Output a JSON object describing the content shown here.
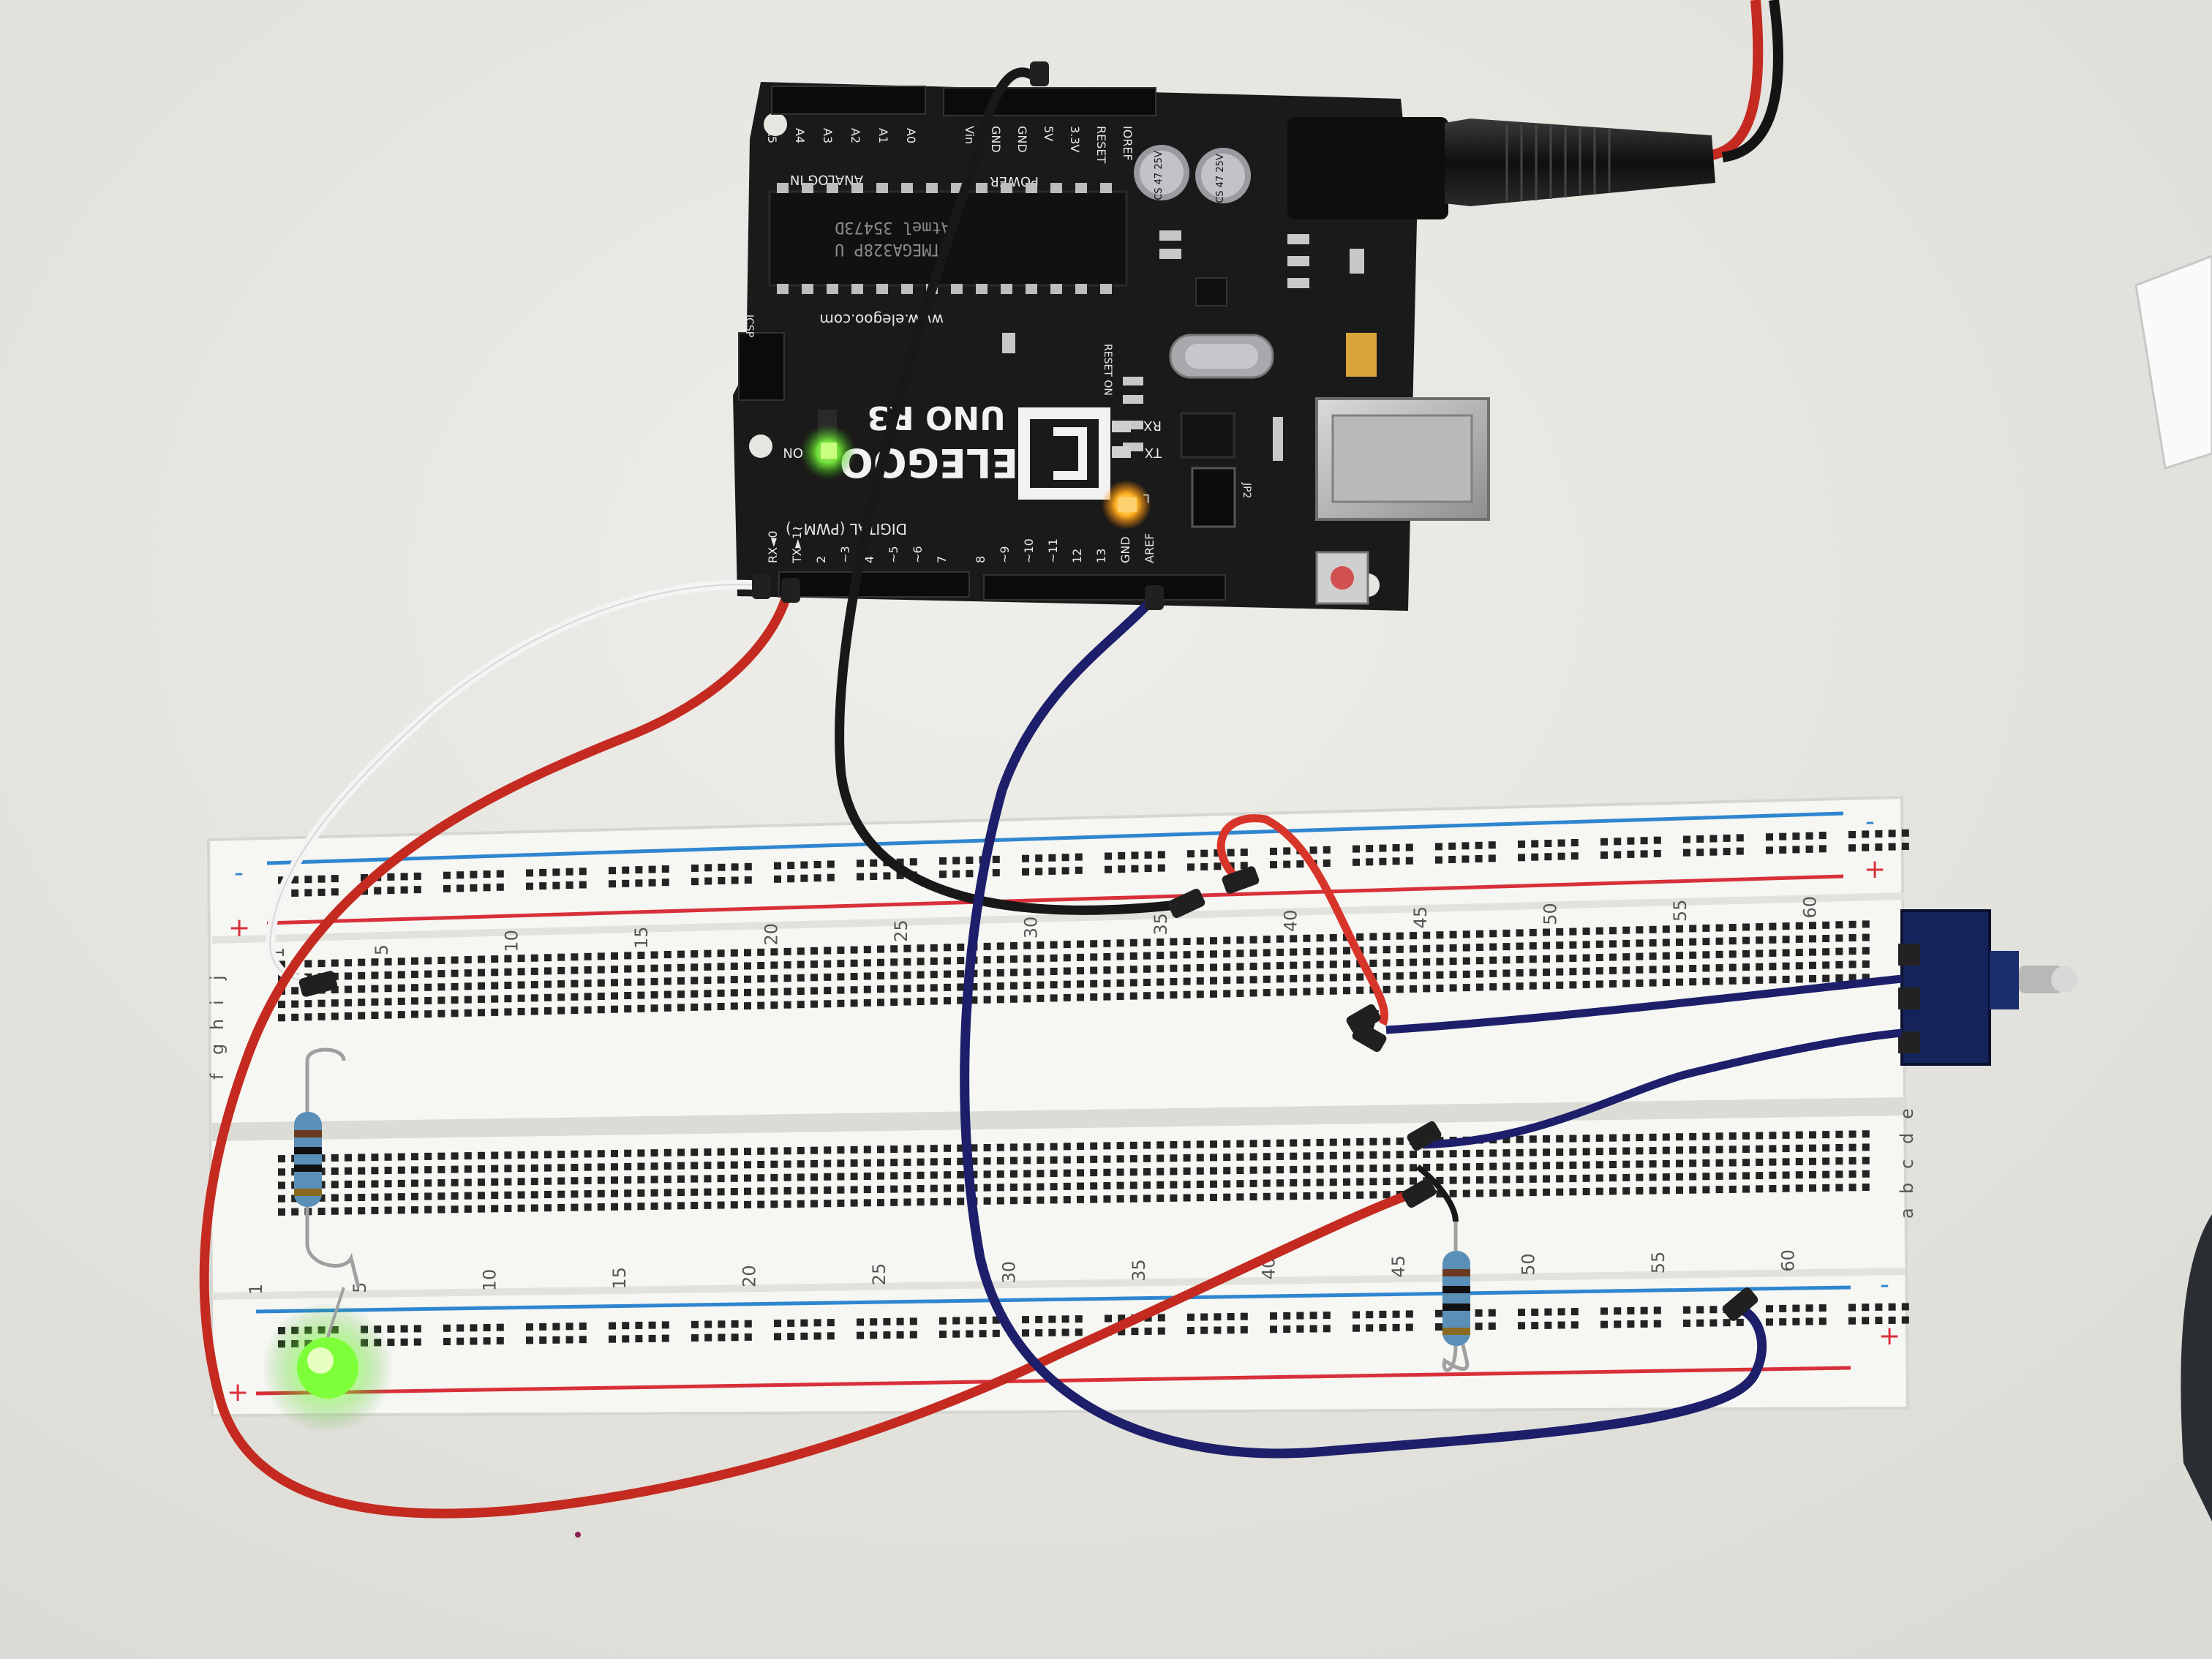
{
  "board": {
    "brand": "ELEGOO",
    "model": "UNO R3",
    "website": "www.elegoo.com",
    "chip_line1": "Atmel 35473D",
    "chip_line2": "ATMEGA328P U",
    "capacitor_label": "CS 47 25V",
    "header_power": "POWER",
    "header_analog": "ANALOG IN",
    "header_digital": "DIGITAL (PWM~)",
    "analog_pins": [
      "A0",
      "A1",
      "A2",
      "A3",
      "A4",
      "A5"
    ],
    "power_pins": [
      "Vin",
      "GND",
      "GND",
      "5V",
      "3.3V",
      "RESET",
      "IOREF"
    ],
    "digital_pins": [
      "RX◄0",
      "TX►1",
      "2",
      "~3",
      "4",
      "~5",
      "~6",
      "7",
      "8",
      "~9",
      "~10",
      "~11",
      "12",
      "13",
      "GND",
      "AREF"
    ],
    "led_on_label": "ON",
    "led_rx_label": "RX",
    "led_tx_label": "TX",
    "led_l_label": "L",
    "icsp_label": "ICSP",
    "reset_on_label": "RESET ON",
    "jp2_label": "JP2"
  },
  "breadboard": {
    "rail_minus": "-",
    "rail_plus": "+",
    "column_numbers_top": [
      "1",
      "5",
      "10",
      "15",
      "20",
      "25",
      "30",
      "35",
      "40",
      "45",
      "50",
      "55",
      "60"
    ],
    "column_numbers_bottom": [
      "1",
      "5",
      "10",
      "15",
      "20",
      "25",
      "30",
      "35",
      "40",
      "45",
      "50",
      "55",
      "60"
    ],
    "row_letters_top": [
      "j",
      "i",
      "h",
      "g",
      "f"
    ],
    "row_letters_bottom": [
      "e",
      "d",
      "c",
      "b",
      "a"
    ]
  },
  "colors": {
    "table": "#e6e5e0",
    "pcb": "#1a1a1a",
    "breadboard": "#f6f6f3",
    "rail_red": "#d8303a",
    "rail_blue": "#2f86d0",
    "wire_red": "#c42a20",
    "wire_black": "#181818",
    "wire_white": "#f4f4f4",
    "wire_navy": "#1d1f6a",
    "led_green": "#7dff3a",
    "led_orange": "#ffb020"
  }
}
